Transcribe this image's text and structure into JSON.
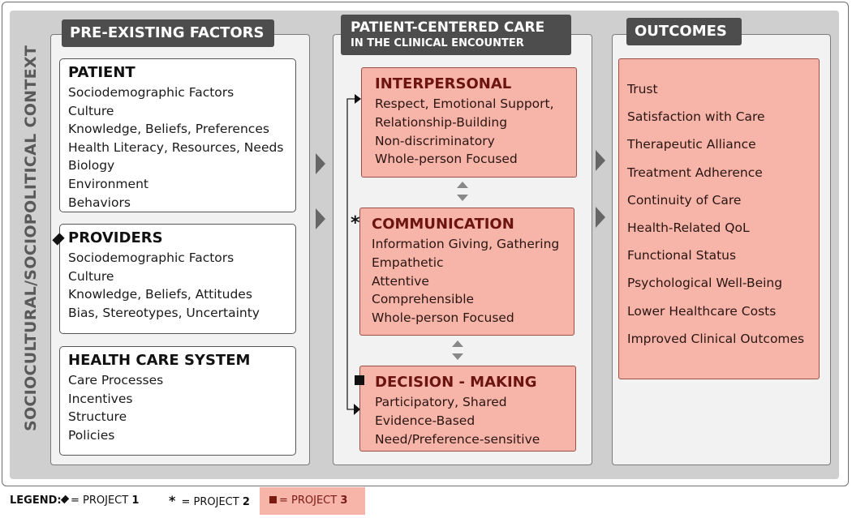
{
  "context_label": "SOCIOCULTURAL/SOCIOPOLITICAL CONTEXT",
  "columns": {
    "pre_existing": {
      "header": "PRE-EXISTING FACTORS",
      "patient": {
        "title": "PATIENT",
        "items": [
          "Sociodemographic Factors",
          "Culture",
          "Knowledge, Beliefs, Preferences",
          "Health Literacy, Resources, Needs",
          "Biology",
          "Environment",
          "Behaviors"
        ]
      },
      "providers": {
        "title": "PROVIDERS",
        "items": [
          "Sociodemographic Factors",
          "Culture",
          "Knowledge, Beliefs, Attitudes",
          "Bias, Stereotypes, Uncertainty"
        ]
      },
      "health_care_system": {
        "title": "HEALTH CARE SYSTEM",
        "items": [
          "Care Processes",
          "Incentives",
          "Structure",
          "Policies"
        ]
      }
    },
    "patient_centered_care": {
      "header_line1": "PATIENT-CENTERED CARE",
      "header_line2": "IN THE CLINICAL ENCOUNTER",
      "interpersonal": {
        "title": "INTERPERSONAL",
        "items": [
          "Respect, Emotional Support,",
          "Relationship-Building",
          "Non-discriminatory",
          "Whole-person Focused"
        ]
      },
      "communication": {
        "title": "COMMUNICATION",
        "items": [
          "Information Giving, Gathering",
          "Empathetic",
          "Attentive",
          "Comprehensible",
          "Whole-person Focused"
        ]
      },
      "decision_making": {
        "title": "DECISION - MAKING",
        "items": [
          "Participatory, Shared",
          "Evidence-Based",
          "Need/Preference-sensitive"
        ]
      }
    },
    "outcomes": {
      "header": "OUTCOMES",
      "items": [
        "Trust",
        "Satisfaction with Care",
        "Therapeutic Alliance",
        "Treatment Adherence",
        "Continuity of Care",
        "Health-Related QoL",
        "Functional Status",
        "Psychological Well-Being",
        "Lower Healthcare Costs",
        "Improved Clinical Outcomes"
      ]
    }
  },
  "legend": {
    "label": "LEGEND:",
    "project1_text": "= PROJECT ",
    "project1_num": "1",
    "project2_symbol": "*",
    "project2_text": " = PROJECT ",
    "project2_num": "2",
    "project3_text": "= PROJECT ",
    "project3_num": "3"
  },
  "colors": {
    "pink_fill": "#f7b4a8",
    "dark_header": "#4d4d4d",
    "context_gray": "#cfcfcf",
    "dark_red_text": "#6b1410"
  },
  "icons": {
    "project1": "diamond-icon",
    "project2": "asterisk-icon",
    "project3": "square-icon",
    "flow": "triangle-right-icon",
    "bidirectional": "double-arrow-icon"
  }
}
